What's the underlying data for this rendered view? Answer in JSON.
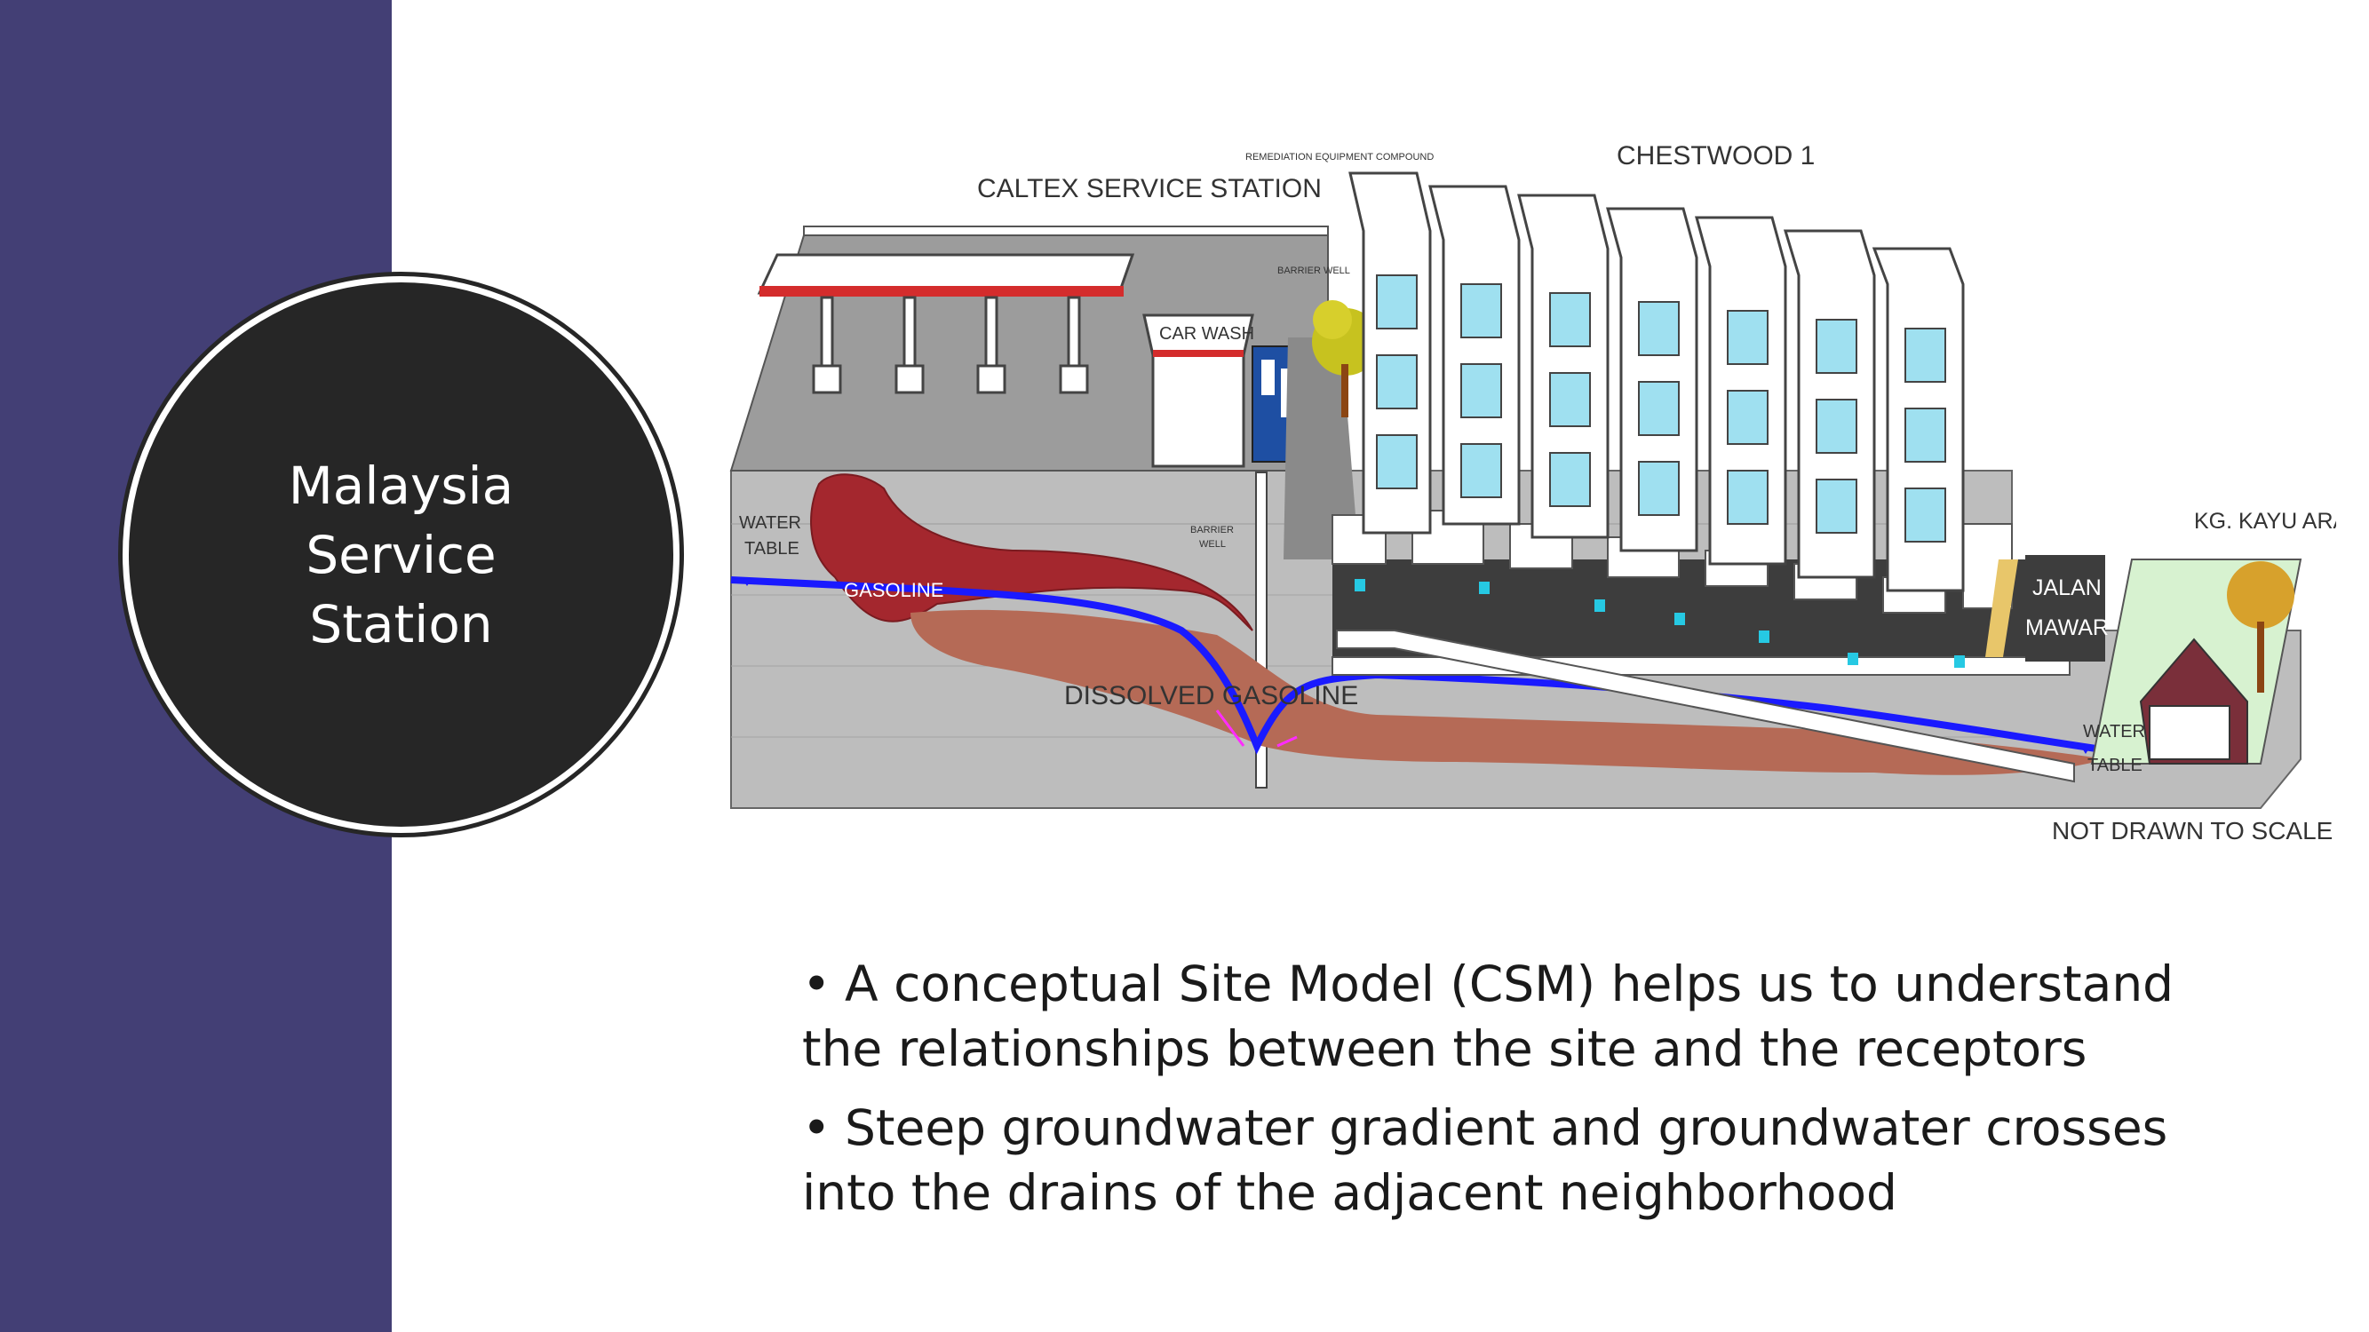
{
  "slide": {
    "title_lines": [
      "Malaysia",
      "Service",
      "Station"
    ]
  },
  "diagram": {
    "labels": {
      "caltex": "CALTEX SERVICE STATION",
      "remediation": "REMEDIATION EQUIPMENT COMPOUND",
      "barrier_well_top": "BARRIER WELL",
      "car_wash": "CAR WASH",
      "chestwood": "CHESTWOOD 1",
      "water_table_left_1": "WATER",
      "water_table_left_2": "TABLE",
      "gasoline": "GASOLINE",
      "barrier_well_mid_1": "BARRIER",
      "barrier_well_mid_2": "WELL",
      "dissolved": "DISSOLVED GASOLINE",
      "jalan_1": "JALAN",
      "jalan_2": "MAWAR",
      "kg_kayu_ara": "KG. KAYU ARA",
      "water_table_right_1": "WATER",
      "water_table_right_2": "TABLE",
      "not_to_scale": "NOT DRAWN TO SCALE"
    },
    "colors": {
      "groundwater": "#1a1aff",
      "gasoline": "#a4272e",
      "dissolved_plume": "#b56a56",
      "soil": "#bdbdbd",
      "road": "#3d3d3d",
      "canopy_red": "#d42c2c",
      "window_blue": "#9fe0f0",
      "drain_cyan": "#26c9e3"
    }
  },
  "bullets": [
    "A conceptual Site Model (CSM) helps us to understand the relationships between the site and the receptors",
    "Steep groundwater gradient and groundwater crosses into the drains of the adjacent neighborhood"
  ],
  "bullet_glyph": "•"
}
